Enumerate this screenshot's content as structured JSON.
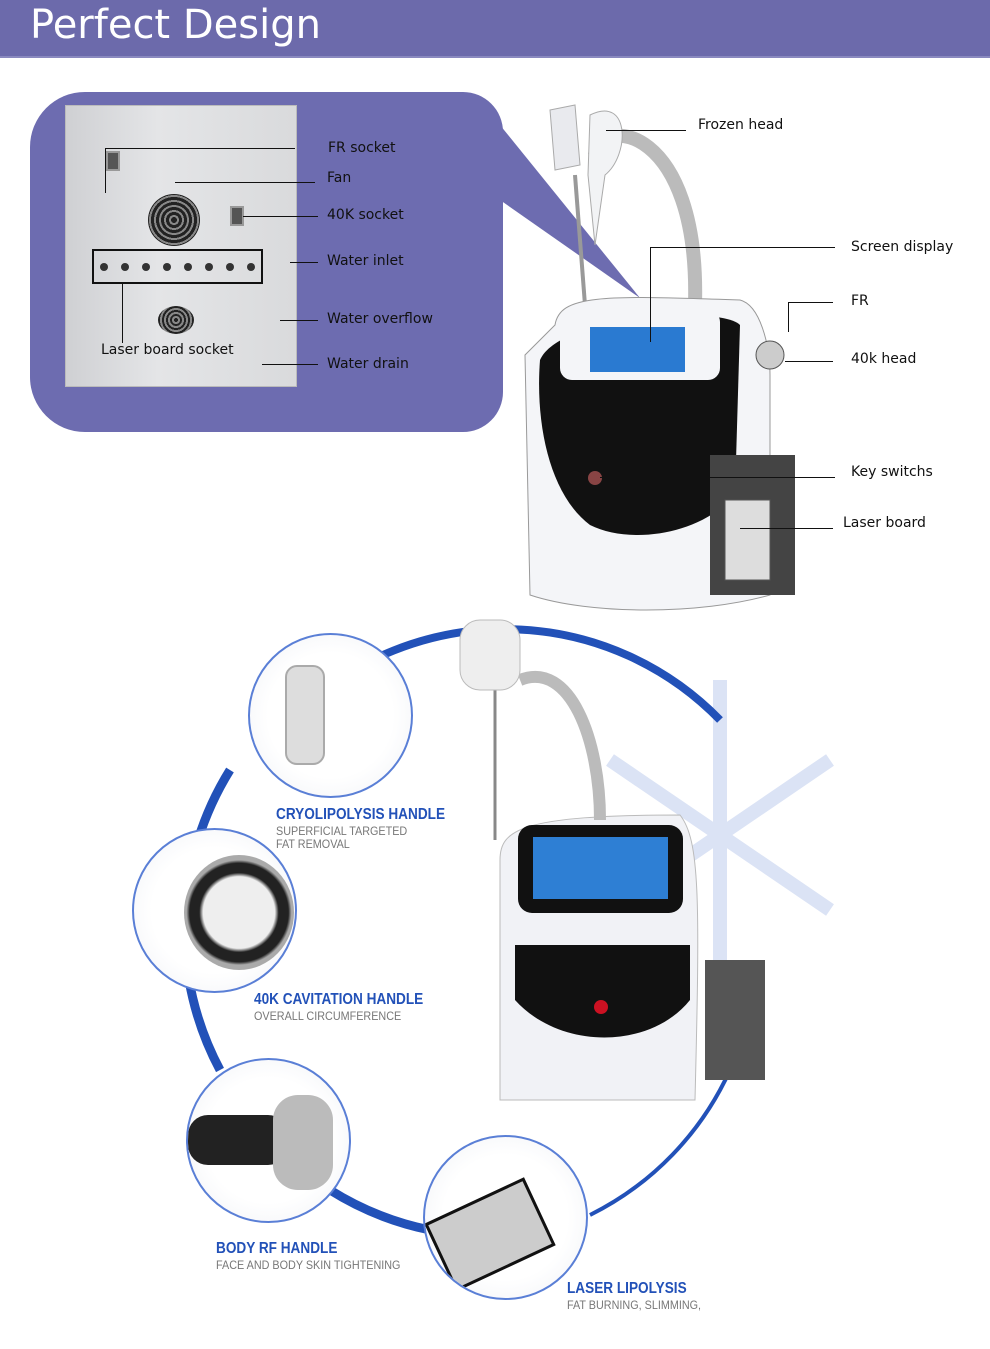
{
  "header": {
    "title": "Perfect Design"
  },
  "back_panel": {
    "labels": {
      "fr_socket": "FR socket",
      "fan": "Fan",
      "socket_40k": "40K  socket",
      "water_inlet": "Water inlet",
      "water_overflow": "Water overflow",
      "laser_board_socket": "Laser board socket",
      "water_drain": "Water drain"
    }
  },
  "machine": {
    "labels": {
      "frozen_head": "Frozen head",
      "screen_display": "Screen display",
      "fr": "FR",
      "head_40k": "40k head",
      "key_switchs": "Key switchs",
      "laser_board": "Laser board"
    }
  },
  "handles": [
    {
      "title": "CRYOLIPOLYSIS HANDLE",
      "subtitle": [
        "SUPERFICIAL TARGETED",
        "FAT REMOVAL"
      ]
    },
    {
      "title": "40K CAVITATION HANDLE",
      "subtitle": [
        "OVERALL CIRCUMFERENCE"
      ]
    },
    {
      "title": "BODY RF HANDLE",
      "subtitle": [
        "FACE AND BODY SKIN TIGHTENING"
      ]
    },
    {
      "title": "LASER LIPOLYSIS",
      "subtitle": [
        "FAT BURNING, SLIMMING,"
      ]
    }
  ],
  "colors": {
    "header": "#6c6aab",
    "panel": "#6d6cb0",
    "accent_blue": "#2251b8"
  }
}
